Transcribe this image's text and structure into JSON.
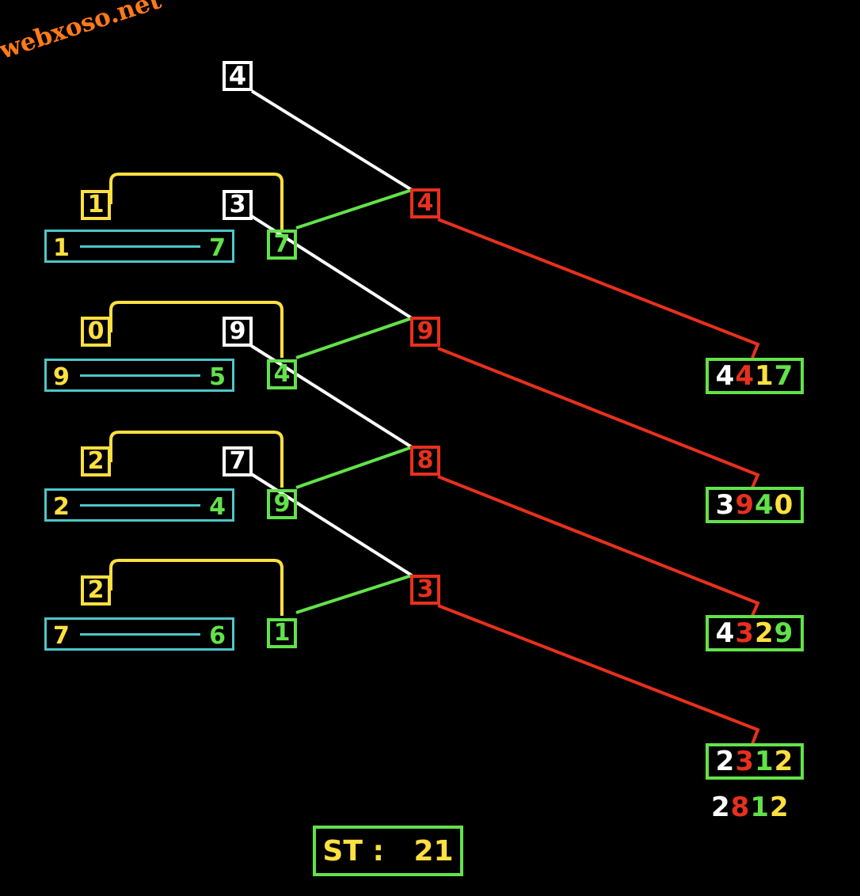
{
  "watermark": "webxoso.net",
  "top_digit": "4",
  "rows": [
    {
      "yellow": "1",
      "white": "3",
      "pair_a": "1",
      "pair_b": "7",
      "green": "7",
      "red": "9"
    },
    {
      "yellow": "0",
      "white": "9",
      "pair_a": "9",
      "pair_b": "5",
      "green": "4",
      "red": "8"
    },
    {
      "yellow": "2",
      "white": "7",
      "pair_a": "2",
      "pair_b": "4",
      "green": "9",
      "red": "3"
    },
    {
      "yellow": "2",
      "white": "",
      "pair_a": "7",
      "pair_b": "6",
      "green": "1",
      "red": ""
    }
  ],
  "first_red": "4",
  "results": [
    {
      "d1": "4",
      "d2": "4",
      "d3": "1",
      "d4": "7"
    },
    {
      "d1": "3",
      "d2": "9",
      "d3": "4",
      "d4": "0"
    },
    {
      "d1": "4",
      "d2": "3",
      "d3": "2",
      "d4": "9"
    },
    {
      "d1": "2",
      "d2": "3",
      "d3": "1",
      "d4": "2"
    }
  ],
  "final": {
    "d1": "2",
    "d2": "8",
    "d3": "1",
    "d4": "2"
  },
  "st": {
    "label": "ST :",
    "value": "21"
  },
  "colors": {
    "white": "#ffffff",
    "yellow": "#ffe040",
    "green": "#62e24a",
    "red": "#e8301e",
    "cyan": "#4dc6c9"
  }
}
